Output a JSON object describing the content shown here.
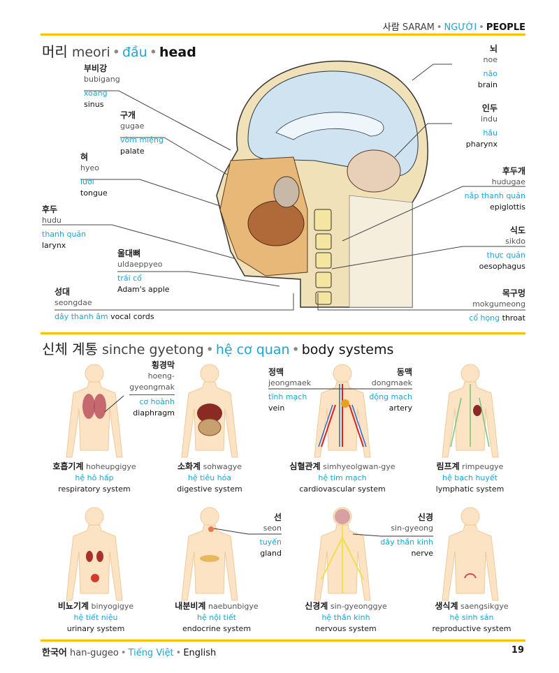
{
  "header": {
    "kr": "사람",
    "rom": "SARAM",
    "vi": "NGƯỜI",
    "en": "PEOPLE"
  },
  "head_section": {
    "title": {
      "kr": "머리",
      "rom": "meori",
      "vi": "đầu",
      "en": "head"
    },
    "labels": [
      {
        "id": "sinus",
        "kr": "부비강",
        "rom": "bubigang",
        "vi": "xoang",
        "en": "sinus"
      },
      {
        "id": "palate",
        "kr": "구개",
        "rom": "gugae",
        "vi": "vòm miệng",
        "en": "palate"
      },
      {
        "id": "tongue",
        "kr": "혀",
        "rom": "hyeo",
        "vi": "lưỡi",
        "en": "tongue"
      },
      {
        "id": "larynx",
        "kr": "후두",
        "rom": "hudu",
        "vi": "thanh quản",
        "en": "larynx"
      },
      {
        "id": "adams-apple",
        "kr": "울대뼈",
        "rom": "uldaeppyeo",
        "vi": "trái cổ",
        "en": "Adam's apple"
      },
      {
        "id": "vocal-cords",
        "kr": "성대",
        "rom": "seongdae",
        "vi": "dây thanh âm",
        "en": "vocal cords"
      },
      {
        "id": "brain",
        "kr": "뇌",
        "rom": "noe",
        "vi": "não",
        "en": "brain"
      },
      {
        "id": "pharynx",
        "kr": "인두",
        "rom": "indu",
        "vi": "hầu",
        "en": "pharynx"
      },
      {
        "id": "epiglottis",
        "kr": "후두개",
        "rom": "hudugae",
        "vi": "nắp thanh quản",
        "en": "epiglottis"
      },
      {
        "id": "oesophagus",
        "kr": "식도",
        "rom": "sikdo",
        "vi": "thực quản",
        "en": "oesophagus"
      },
      {
        "id": "throat",
        "kr": "목구멍",
        "rom": "mokgumeong",
        "vi": "cổ họng",
        "en": "throat"
      }
    ]
  },
  "systems_section": {
    "title": {
      "kr": "신체 계통",
      "rom": "sinche gyetong",
      "vi": "hệ cơ quan",
      "en": "body systems"
    },
    "systems": [
      {
        "id": "respiratory",
        "kr": "호흡기계",
        "rom": "hoheupgigye",
        "vi": "hệ hô hấp",
        "en": "respiratory system"
      },
      {
        "id": "digestive",
        "kr": "소화계",
        "rom": "sohwagye",
        "vi": "hệ tiêu hóa",
        "en": "digestive system"
      },
      {
        "id": "cardiovascular",
        "kr": "심혈관계",
        "rom": "simhyeolgwan-gye",
        "vi": "hệ tim mạch",
        "en": "cardiovascular system"
      },
      {
        "id": "lymphatic",
        "kr": "림프계",
        "rom": "rimpeugye",
        "vi": "hệ bạch huyết",
        "en": "lymphatic system"
      },
      {
        "id": "urinary",
        "kr": "비뇨기계",
        "rom": "binyogigye",
        "vi": "hệ tiết niệu",
        "en": "urinary system"
      },
      {
        "id": "endocrine",
        "kr": "내분비계",
        "rom": "naebunbigye",
        "vi": "hệ nội tiết",
        "en": "endocrine system"
      },
      {
        "id": "nervous",
        "kr": "신경계",
        "rom": "sin-gyeonggye",
        "vi": "hệ thần kinh",
        "en": "nervous system"
      },
      {
        "id": "reproductive",
        "kr": "생식계",
        "rom": "saengsikgye",
        "vi": "hệ sinh sản",
        "en": "reproductive system"
      }
    ],
    "labels": [
      {
        "id": "diaphragm",
        "kr": "횡경막",
        "rom1": "hoeng-",
        "rom2": "gyeongmak",
        "vi": "cơ hoành",
        "en": "diaphragm"
      },
      {
        "id": "vein",
        "kr": "정맥",
        "rom": "jeongmaek",
        "vi": "tĩnh mạch",
        "en": "vein"
      },
      {
        "id": "artery",
        "kr": "동맥",
        "rom": "dongmaek",
        "vi": "động mạch",
        "en": "artery"
      },
      {
        "id": "gland",
        "kr": "선",
        "rom": "seon",
        "vi": "tuyến",
        "en": "gland"
      },
      {
        "id": "nerve",
        "kr": "신경",
        "rom": "sin-gyeong",
        "vi": "dây thần kinh",
        "en": "nerve"
      }
    ]
  },
  "footer": {
    "kr": "한국어",
    "rom": "han-gugeo",
    "vi": "Tiếng Việt",
    "en": "English",
    "page_number": "19"
  },
  "colors": {
    "accent_yellow": "#f5c400",
    "vietnamese_blue": "#1ba6d6"
  }
}
